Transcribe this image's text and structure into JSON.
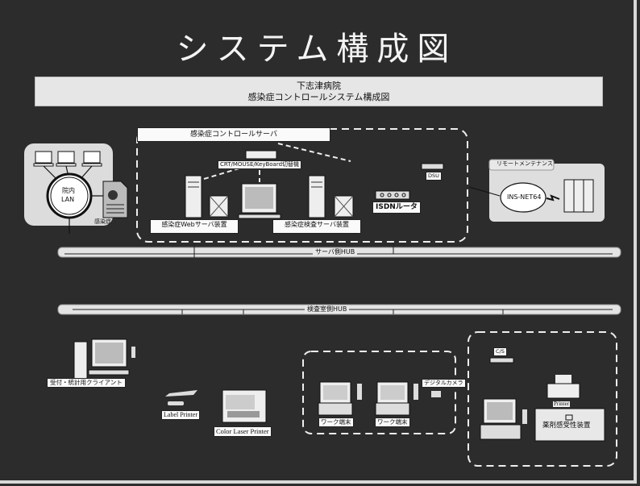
{
  "title": "システム構成図",
  "header": {
    "line1": "下志津病院",
    "line2": "感染症コントロールシステム構成図"
  },
  "server_group": {
    "label": "感染症コントロールサーバ",
    "switch_label": "CRT/MOUSE/KeyBoard切替機",
    "web_server_label": "感染症Webサーバ装置",
    "test_server_label": "感染症検査サーバ装置",
    "isdn_router_label": "ISDNルータ",
    "dsu_label": "DSU"
  },
  "lan": {
    "label_line1": "院内",
    "label_line2": "LAN",
    "doc_label": "感染症"
  },
  "remote": {
    "label": "リモートメンテナンス",
    "network_label": "INS-NET64"
  },
  "hubs": {
    "server_hub": "サーバ側HUB",
    "lab_hub": "検査室側HUB"
  },
  "clients": {
    "reception_label": "受付・統計用クライアント",
    "label_printer": "Label Printer",
    "color_laser_printer": "Color Laser Printer",
    "work_terminal_1": "ワーク端末",
    "work_terminal_2": "ワーク端末",
    "digital_camera": "デジタルカメラ",
    "cs_label": "C/S",
    "printer_label": "Printer",
    "susceptibility_device": "薬剤感受性装置"
  }
}
